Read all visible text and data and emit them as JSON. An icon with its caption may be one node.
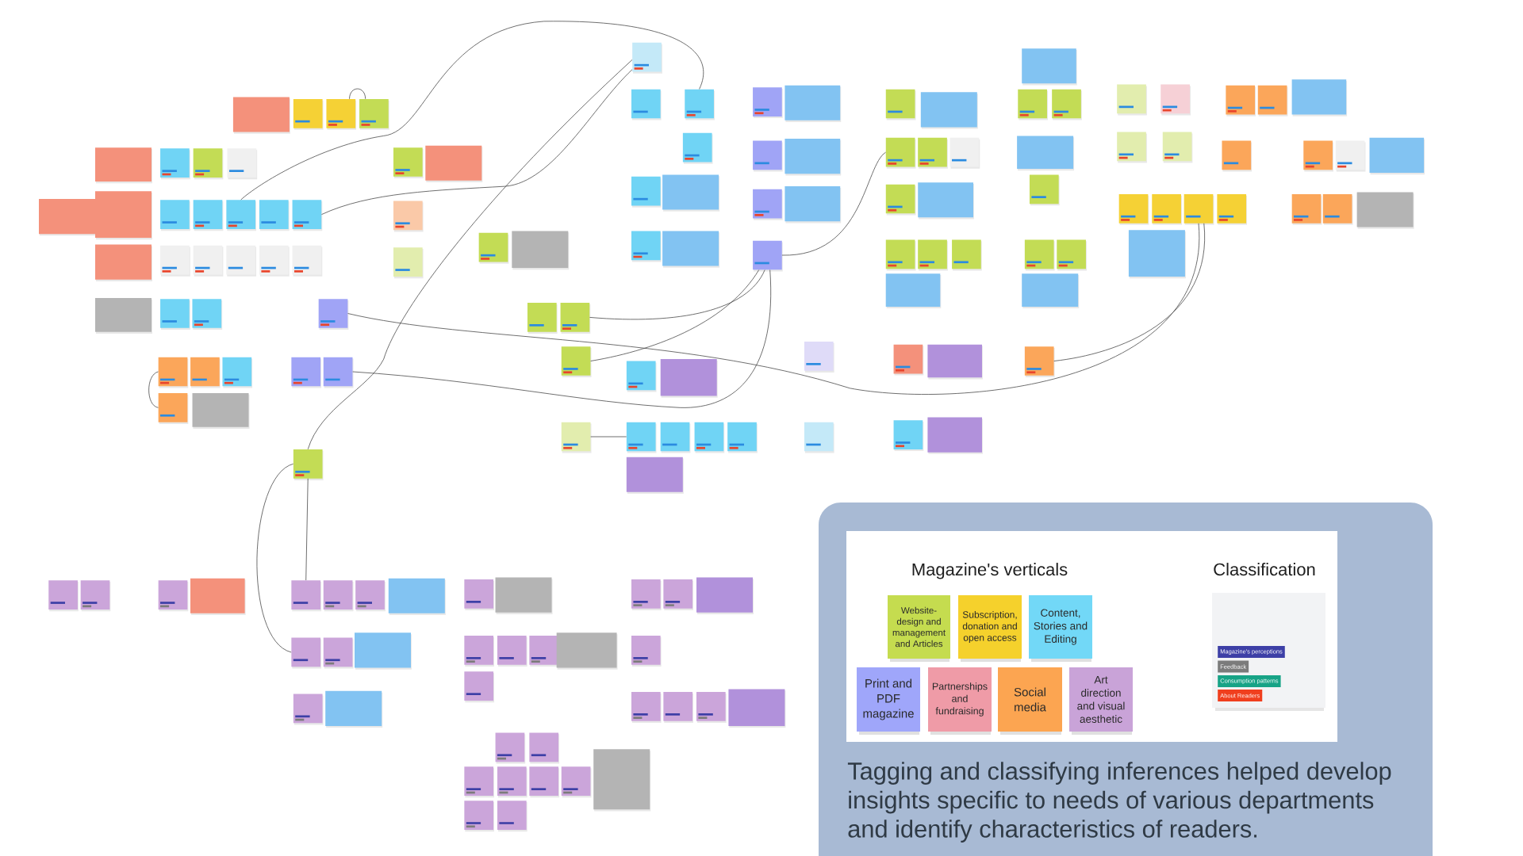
{
  "diagram": {
    "caption": "Tagging and classifying inferences helped develop insights specific to needs of various departments and identify characteristics of readers.",
    "nodes": [
      {
        "text": [],
        "shape": "box"
      },
      {
        "text": [],
        "shape": "box"
      },
      {
        "text": [],
        "shape": "box"
      },
      {
        "text": [],
        "shape": "box"
      },
      {
        "text": [],
        "shape": "box"
      },
      {
        "text": [],
        "shape": "box"
      },
      {
        "text": [],
        "shape": "box"
      },
      {
        "text": [],
        "shape": "box"
      },
      {
        "text": [],
        "shape": "box"
      },
      {
        "text": [],
        "shape": "box"
      },
      {
        "text": [],
        "shape": "box"
      },
      {
        "text": [],
        "shape": "box"
      },
      {
        "text": [],
        "shape": "box"
      },
      {
        "text": [],
        "shape": "box"
      },
      {
        "text": [],
        "shape": "box"
      },
      {
        "text": [],
        "shape": "box"
      },
      {
        "text": [],
        "shape": "box"
      },
      {
        "text": [],
        "shape": "box"
      },
      {
        "text": [],
        "shape": "box"
      },
      {
        "text": [],
        "shape": "box"
      },
      {
        "text": [],
        "shape": "box"
      },
      {
        "text": [],
        "shape": "box"
      },
      {
        "text": [],
        "shape": "box"
      },
      {
        "text": [],
        "shape": "box"
      },
      {
        "text": [],
        "shape": "box"
      },
      {
        "text": [],
        "shape": "box"
      },
      {
        "text": [],
        "shape": "box"
      },
      {
        "text": [],
        "shape": "box"
      },
      {
        "text": [],
        "shape": "box"
      },
      {
        "text": [],
        "shape": "box"
      },
      {
        "text": [],
        "shape": "box"
      },
      {
        "text": [],
        "shape": "box"
      },
      {
        "text": [],
        "shape": "box"
      },
      {
        "text": [],
        "shape": "box"
      },
      {
        "text": [],
        "shape": "box"
      },
      {
        "text": [],
        "shape": "box"
      },
      {
        "text": [],
        "shape": "box"
      },
      {
        "text": [],
        "shape": "box"
      },
      {
        "text": [],
        "shape": "box"
      },
      {
        "text": [],
        "shape": "box"
      },
      {
        "text": [],
        "shape": "box"
      },
      {
        "text": [],
        "shape": "box"
      },
      {
        "text": [],
        "shape": "box"
      },
      {
        "text": [],
        "shape": "box"
      },
      {
        "text": [],
        "shape": "box"
      },
      {
        "text": [],
        "shape": "box"
      },
      {
        "text": [],
        "shape": "box"
      },
      {
        "text": [],
        "shape": "box"
      },
      {
        "text": [],
        "shape": "box"
      },
      {
        "text": [],
        "shape": "box"
      },
      {
        "text": [],
        "shape": "box"
      },
      {
        "text": [],
        "shape": "box"
      },
      {
        "text": [],
        "shape": "box"
      },
      {
        "text": [],
        "shape": "box"
      },
      {
        "text": [],
        "shape": "box"
      },
      {
        "text": [],
        "shape": "box"
      },
      {
        "text": [],
        "shape": "box"
      },
      {
        "text": [],
        "shape": "box"
      },
      {
        "text": [],
        "shape": "box"
      },
      {
        "text": [],
        "shape": "box"
      },
      {
        "text": [],
        "shape": "box"
      },
      {
        "text": [],
        "shape": "box"
      },
      {
        "text": [],
        "shape": "box"
      },
      {
        "text": [],
        "shape": "box"
      },
      {
        "text": [],
        "shape": "box"
      },
      {
        "text": [],
        "shape": "box"
      },
      {
        "text": [],
        "shape": "box"
      },
      {
        "text": [],
        "shape": "box"
      },
      {
        "text": [],
        "shape": "box"
      },
      {
        "text": [],
        "shape": "box"
      },
      {
        "text": [],
        "shape": "box"
      },
      {
        "text": [],
        "shape": "box"
      },
      {
        "text": [],
        "shape": "box"
      },
      {
        "text": [],
        "shape": "box"
      },
      {
        "text": [],
        "shape": "box"
      },
      {
        "text": [],
        "shape": "box"
      },
      {
        "text": [],
        "shape": "box"
      },
      {
        "text": [],
        "shape": "box"
      },
      {
        "text": [],
        "shape": "box"
      },
      {
        "text": [],
        "shape": "box"
      },
      {
        "text": [],
        "shape": "box"
      },
      {
        "text": [],
        "shape": "box"
      },
      {
        "text": [],
        "shape": "box"
      },
      {
        "text": [],
        "shape": "box"
      },
      {
        "text": [],
        "shape": "box"
      },
      {
        "text": [],
        "shape": "box"
      },
      {
        "text": [],
        "shape": "box"
      },
      {
        "text": [],
        "shape": "box"
      },
      {
        "text": [],
        "shape": "box"
      },
      {
        "text": [],
        "shape": "box"
      },
      {
        "text": [],
        "shape": "box"
      },
      {
        "text": [],
        "shape": "box"
      },
      {
        "text": [],
        "shape": "box"
      },
      {
        "text": [],
        "shape": "box"
      },
      {
        "text": [],
        "shape": "box"
      },
      {
        "text": [],
        "shape": "box"
      },
      {
        "text": [],
        "shape": "box"
      },
      {
        "text": [],
        "shape": "box"
      },
      {
        "text": [],
        "shape": "box"
      },
      {
        "text": [],
        "shape": "box"
      },
      {
        "text": [],
        "shape": "box"
      },
      {
        "text": [],
        "shape": "box"
      },
      {
        "text": [],
        "shape": "box"
      },
      {
        "text": [],
        "shape": "box"
      },
      {
        "text": [],
        "shape": "box"
      },
      {
        "text": [],
        "shape": "box"
      },
      {
        "text": [],
        "shape": "box"
      },
      {
        "text": [],
        "shape": "box"
      },
      {
        "text": [],
        "shape": "box"
      },
      {
        "text": [],
        "shape": "box"
      },
      {
        "text": [],
        "shape": "box"
      },
      {
        "text": [],
        "shape": "box"
      },
      {
        "text": [],
        "shape": "box"
      },
      {
        "text": [],
        "shape": "box"
      },
      {
        "text": [],
        "shape": "box"
      },
      {
        "text": [],
        "shape": "box"
      },
      {
        "text": [],
        "shape": "box"
      },
      {
        "text": [],
        "shape": "box"
      },
      {
        "text": [],
        "shape": "box"
      },
      {
        "text": [],
        "shape": "box"
      },
      {
        "text": [],
        "shape": "box"
      },
      {
        "text": [],
        "shape": "box"
      },
      {
        "text": [],
        "shape": "box"
      },
      {
        "text": [],
        "shape": "box"
      },
      {
        "text": [],
        "shape": "box"
      },
      {
        "text": [],
        "shape": "box"
      },
      {
        "text": [],
        "shape": "box"
      },
      {
        "text": [],
        "shape": "box"
      },
      {
        "text": [],
        "shape": "box"
      },
      {
        "text": [],
        "shape": "box"
      },
      {
        "text": [],
        "shape": "box"
      },
      {
        "text": [],
        "shape": "box"
      },
      {
        "text": [],
        "shape": "box"
      },
      {
        "text": [],
        "shape": "box"
      },
      {
        "text": [],
        "shape": "box"
      },
      {
        "text": [],
        "shape": "box"
      },
      {
        "text": [],
        "shape": "box"
      },
      {
        "text": [],
        "shape": "box"
      },
      {
        "text": [],
        "shape": "box"
      },
      {
        "text": [],
        "shape": "box"
      },
      {
        "text": [],
        "shape": "box"
      },
      {
        "text": [],
        "shape": "box"
      },
      {
        "text": [],
        "shape": "box"
      },
      {
        "text": [],
        "shape": "box"
      },
      {
        "text": [],
        "shape": "box"
      },
      {
        "text": [],
        "shape": "box"
      },
      {
        "text": [],
        "shape": "box"
      }
    ],
    "edges": [
      {
        "from": 42,
        "to": 7,
        "arrow": "none"
      },
      {
        "from": 4,
        "to": 5,
        "arrow": "none"
      },
      {
        "from": 44,
        "to": 0,
        "arrow": "none"
      },
      {
        "from": 108,
        "to": 0,
        "arrow": "none"
      },
      {
        "from": 81,
        "to": 55,
        "arrow": "none"
      },
      {
        "from": 90,
        "to": 71,
        "arrow": "none"
      },
      {
        "from": 83,
        "to": 71,
        "arrow": "none"
      },
      {
        "from": 91,
        "to": 71,
        "arrow": "none"
      },
      {
        "from": 71,
        "to": 28,
        "arrow": "none"
      },
      {
        "from": 97,
        "to": 55,
        "arrow": "none"
      },
      {
        "from": 108,
        "to": 114,
        "arrow": "none"
      },
      {
        "from": 108,
        "to": 123,
        "arrow": "none"
      },
      {
        "from": 86,
        "to": 98,
        "arrow": "none"
      },
      {
        "from": 100,
        "to": 101,
        "arrow": "none"
      }
    ],
    "labels": [
      "Magazine's verticals",
      "Classification"
    ],
    "legend": [
      {
        "text": "Website-design and management and Articles",
        "color": "#c5dc4f"
      },
      {
        "text": "Subscription, donation and open access",
        "color": "#f5d12c"
      },
      {
        "text": "Content, Stories and Editing",
        "color": "#72d8f7"
      },
      {
        "text": "Print and PDF magazine",
        "color": "#9fa6fa"
      },
      {
        "text": "Partnerships and fundraising",
        "color": "#ef9ba7"
      },
      {
        "text": "Social media",
        "color": "#fca551"
      },
      {
        "text": "Art direction and visual aesthetic",
        "color": "#c9a3d8"
      },
      {
        "text": "Magazine's perceptions",
        "color": "#3d3fa6"
      },
      {
        "text": "Feedback",
        "color": "#7b7b7b"
      },
      {
        "text": "Consumption patterns",
        "color": "#17a386"
      },
      {
        "text": "About Readers",
        "color": "#f03f1e"
      }
    ]
  }
}
